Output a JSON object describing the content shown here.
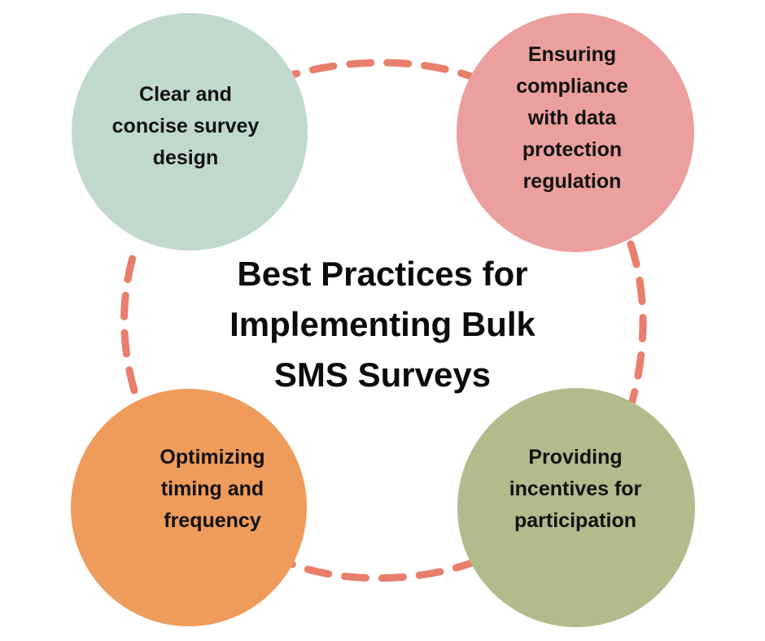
{
  "diagram": {
    "title": "Best Practices for\nImplementing Bulk\nSMS Surveys",
    "type": "cycle",
    "connector": {
      "style": "dashed-circle",
      "color": "#e87e6b"
    },
    "nodes": [
      {
        "label": "Clear and\nconcise survey\ndesign",
        "position": "top-left",
        "color": "#c1d9cd"
      },
      {
        "label": "Ensuring\ncompliance\nwith data\nprotection\nregulation",
        "position": "top-right",
        "color": "#eba09f"
      },
      {
        "label": "Optimizing\ntiming and\nfrequency",
        "position": "bottom-left",
        "color": "#ef9b5b"
      },
      {
        "label": "Providing\nincentives for\nparticipation",
        "position": "bottom-right",
        "color": "#b1bb8b"
      }
    ]
  }
}
